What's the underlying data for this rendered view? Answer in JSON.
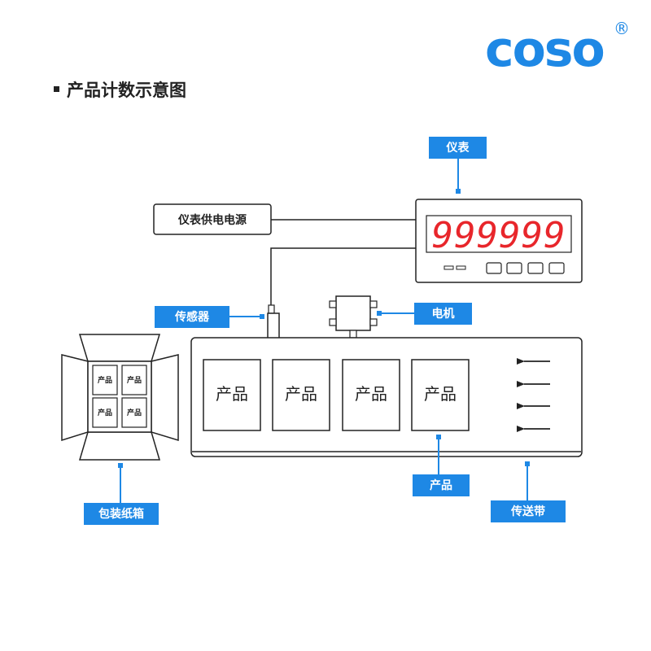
{
  "brand": {
    "name": "coso",
    "registered_mark": "®"
  },
  "page": {
    "title": "产品计数示意图"
  },
  "labels": {
    "meter": "仪表",
    "meter_power": "仪表供电电源",
    "sensor": "传感器",
    "motor": "电机",
    "product": "产品",
    "conveyor": "传送带",
    "packing_box": "包装纸箱"
  },
  "meter_display": "999999",
  "conveyor_products": [
    "产品",
    "产品",
    "产品",
    "产品"
  ],
  "box_products": [
    "产品",
    "产品",
    "产品",
    "产品"
  ],
  "colors": {
    "accent": "#1e88e5",
    "line": "#222222",
    "display": "#e8262b"
  }
}
